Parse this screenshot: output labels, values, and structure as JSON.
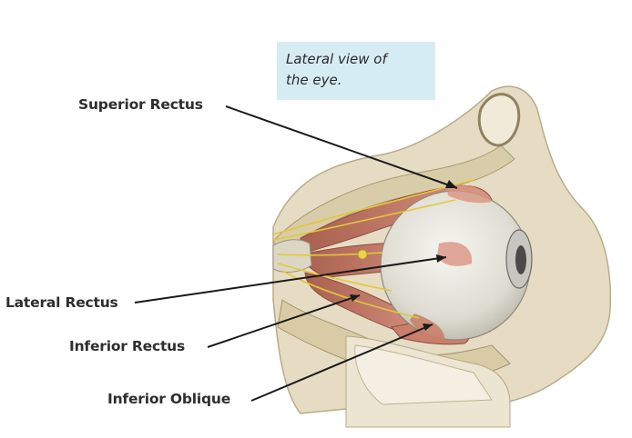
{
  "caption": {
    "text": "Lateral view of\nthe eye."
  },
  "labels": {
    "superior_rectus": "Superior Rectus",
    "lateral_rectus": "Lateral Rectus",
    "inferior_rectus": "Inferior Rectus",
    "inferior_oblique": "Inferior Oblique"
  },
  "colors": {
    "bone": "#e6dcc4",
    "bone_shadow": "#c9bd9f",
    "muscle": "#c97f6c",
    "eyeball": "#e8e6df",
    "nerve": "#e3c838",
    "caption_bg": "#d6ecf3"
  }
}
